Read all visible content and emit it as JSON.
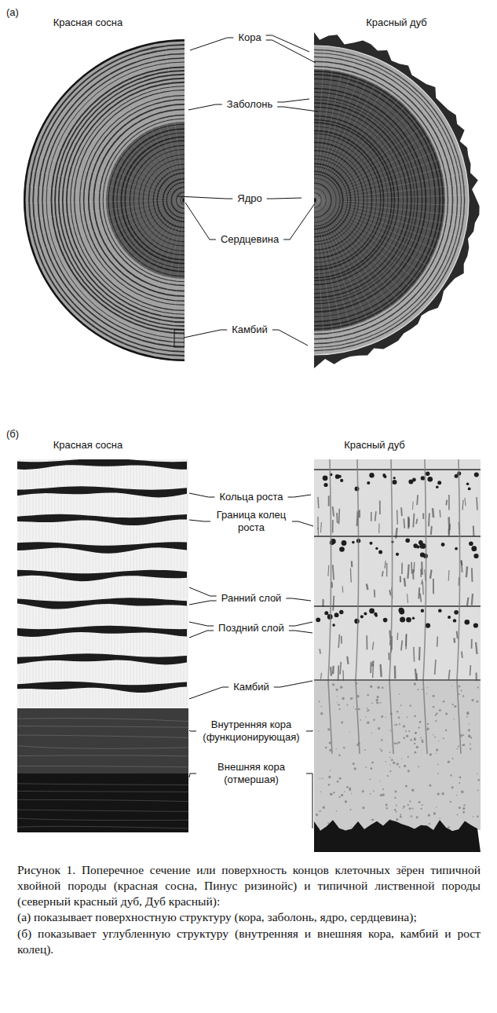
{
  "diagram": {
    "caption": "Рисунок 1. Поперечное сечение или поверхность концов клеточных зёрен типичной хвойной породы (красная сосна, Пинус ризинойс) и типичной лиственной породы (северный красный дуб, Дуб красный):",
    "labels": [
      "(а)",
      "Красная сосна",
      "Красный дуб",
      "Кора",
      "Заболонь",
      "Ядро",
      "Сердцевина",
      "Камбий",
      "(б)",
      "Красная сосна",
      "Красный дуб",
      "Кольца роста",
      "Граница колец роста",
      "Ранний слой",
      "Поздний слой",
      "Камбий",
      "Внутренняя кора (функционирующая)",
      "Внешняя кора (отмершая)",
      "(а) показывает поверхностную структуру (кора, заболонь, ядро, сердцевина);",
      "(б) показывает углубленную структуру (внутренняя и внешняя кора, камбий и рост колец)."
    ]
  }
}
